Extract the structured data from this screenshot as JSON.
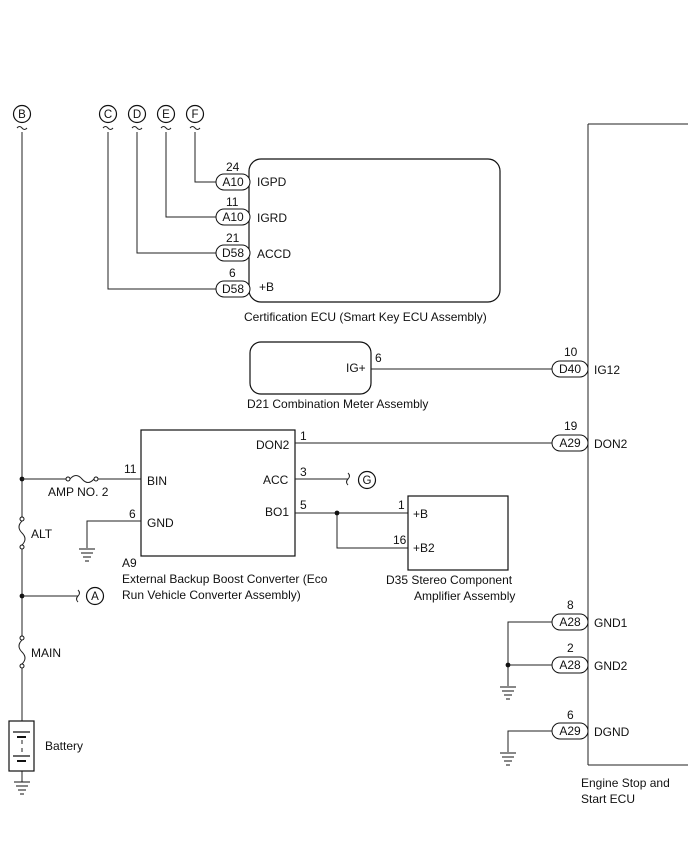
{
  "connectors": {
    "B": "B",
    "C": "C",
    "D": "D",
    "E": "E",
    "F": "F",
    "G": "G",
    "A": "A"
  },
  "cert_ecu": {
    "caption": "Certification ECU (Smart Key ECU Assembly)",
    "pins": [
      {
        "num": "24",
        "conn": "A10",
        "name": "IGPD"
      },
      {
        "num": "11",
        "conn": "A10",
        "name": "IGRD"
      },
      {
        "num": "21",
        "conn": "D58",
        "name": "ACCD"
      },
      {
        "num": "6",
        "conn": "D58",
        "name": "+B"
      }
    ]
  },
  "meter": {
    "caption": "D21 Combination Meter Assembly",
    "pin_name": "IG+",
    "pin_num": "6"
  },
  "converter": {
    "id": "A9",
    "caption_line1": "External Backup Boost Converter (Eco",
    "caption_line2": "Run Vehicle Converter Assembly)",
    "pins": {
      "don2_name": "DON2",
      "don2_num": "1",
      "acc_name": "ACC",
      "acc_num": "3",
      "bo1_name": "BO1",
      "bo1_num": "5",
      "bin_name": "BIN",
      "bin_num": "11",
      "gnd_name": "GND",
      "gnd_num": "6"
    }
  },
  "amplifier": {
    "caption_line1": "D35 Stereo Component",
    "caption_line2": "Amplifier Assembly",
    "pins": {
      "b_name": "+B",
      "b_num": "1",
      "b2_name": "+B2",
      "b2_num": "16"
    }
  },
  "fuses": {
    "amp": "AMP NO. 2",
    "alt": "ALT",
    "main": "MAIN"
  },
  "battery_label": "Battery",
  "engine_ecu": {
    "caption_line1": "Engine Stop and",
    "caption_line2": "Start ECU",
    "pins": [
      {
        "num": "10",
        "conn": "D40",
        "name": "IG12"
      },
      {
        "num": "19",
        "conn": "A29",
        "name": "DON2"
      },
      {
        "num": "8",
        "conn": "A28",
        "name": "GND1"
      },
      {
        "num": "2",
        "conn": "A28",
        "name": "GND2"
      },
      {
        "num": "6",
        "conn": "A29",
        "name": "DGND"
      }
    ]
  }
}
